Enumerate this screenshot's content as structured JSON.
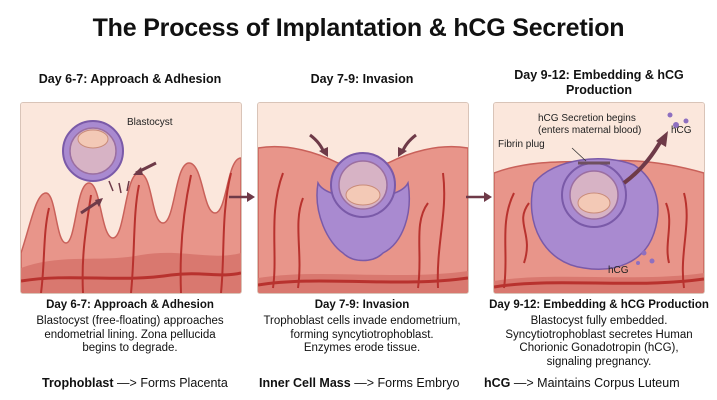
{
  "title": "The Process of Implantation & hCG Secretion",
  "stages": [
    {
      "heading": "Day 6-7: Approach & Adhesion",
      "caption_title": "Day 6-7: Approach & Adhesion",
      "caption_lines": [
        "Blastocyst (free-floating) approaches",
        "endometrial lining. Zona pellucida",
        "begins to degrade."
      ],
      "labels": {
        "blastocyst": "Blastocyst"
      }
    },
    {
      "heading": "Day 7-9: Invasion",
      "caption_title": "Day 7-9: Invasion",
      "caption_lines": [
        "Trophoblast cells invade endometrium,",
        "forming syncytiotrophoblast.",
        "Enzymes erode tissue."
      ]
    },
    {
      "heading_lines": [
        "Day 9-12: Embedding & hCG",
        "Production"
      ],
      "caption_title": "Day 9-12: Embedding & hCG Production",
      "caption_lines": [
        "Blastocyst fully embedded.",
        "Syncytiotrophoblast secretes Human",
        "Chorionic Gonadotropin (hCG),",
        "signaling pregnancy."
      ],
      "labels": {
        "hcg_secretion_1": "hCG Secretion begins",
        "hcg_secretion_2": "(enters maternal blood)",
        "fibrin_plug": "Fibrin plug",
        "hcg_top": "hCG",
        "hcg_bottom": "hCG"
      }
    }
  ],
  "footer": [
    {
      "term": "Trophoblast",
      "arrow": "—>",
      "desc": "Forms Placenta"
    },
    {
      "term": "Inner Cell Mass",
      "arrow": "—>",
      "desc": "Forms Embryo"
    },
    {
      "term": "hCG",
      "arrow": "—>",
      "desc": "Maintains Corpus Luteum"
    }
  ],
  "colors": {
    "tissue": "#e8958a",
    "tissue_dark": "#c9615a",
    "background": "#fbe7dc",
    "vessel": "#b8322e",
    "trophoblast": "#a98ad0",
    "inner_cell_mass": "#f3c9b6",
    "arrow": "#6e3a48"
  }
}
